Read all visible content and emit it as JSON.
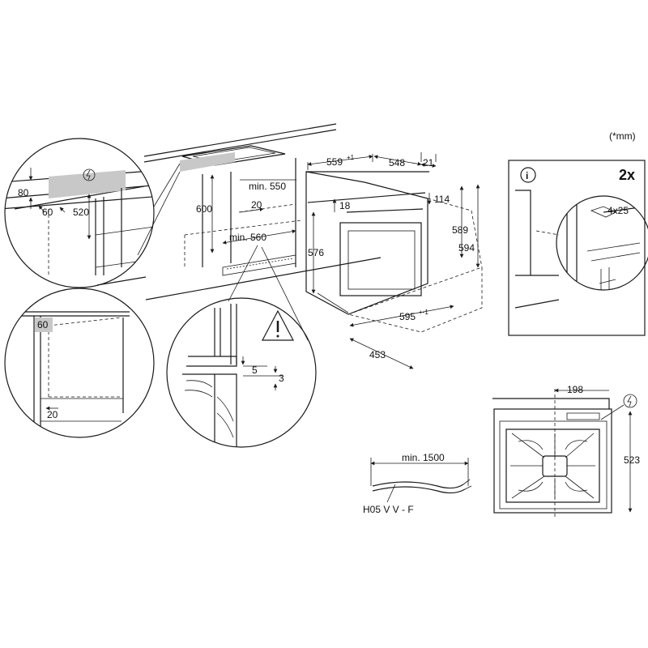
{
  "units_note": "(*mm)",
  "main_view": {
    "dims": {
      "d559": "559",
      "d559_tol": "+1",
      "d548": "548",
      "d21": "21",
      "d114": "114",
      "d18": "18",
      "d589": "589",
      "d594": "594",
      "d576": "576",
      "d595": "595",
      "d595_tol": "+-1",
      "d453": "453"
    },
    "cabinet": {
      "d600": "600",
      "min550": "min. 550",
      "d20": "20",
      "min560": "min. 560"
    }
  },
  "detail_top": {
    "d80": "80",
    "d60": "60",
    "d520": "520"
  },
  "detail_side": {
    "d60": "60",
    "d20": "20"
  },
  "detail_gap": {
    "d5": "5",
    "d3": "3"
  },
  "info_box": {
    "quantity": "2x",
    "screw": "4x25"
  },
  "cable": {
    "length": "min. 1500",
    "type": "H05 V V - F"
  },
  "rear_view": {
    "d198": "198",
    "d523": "523"
  },
  "icons": [
    "electric-hazard-icon",
    "warning-triangle-icon",
    "info-icon"
  ]
}
